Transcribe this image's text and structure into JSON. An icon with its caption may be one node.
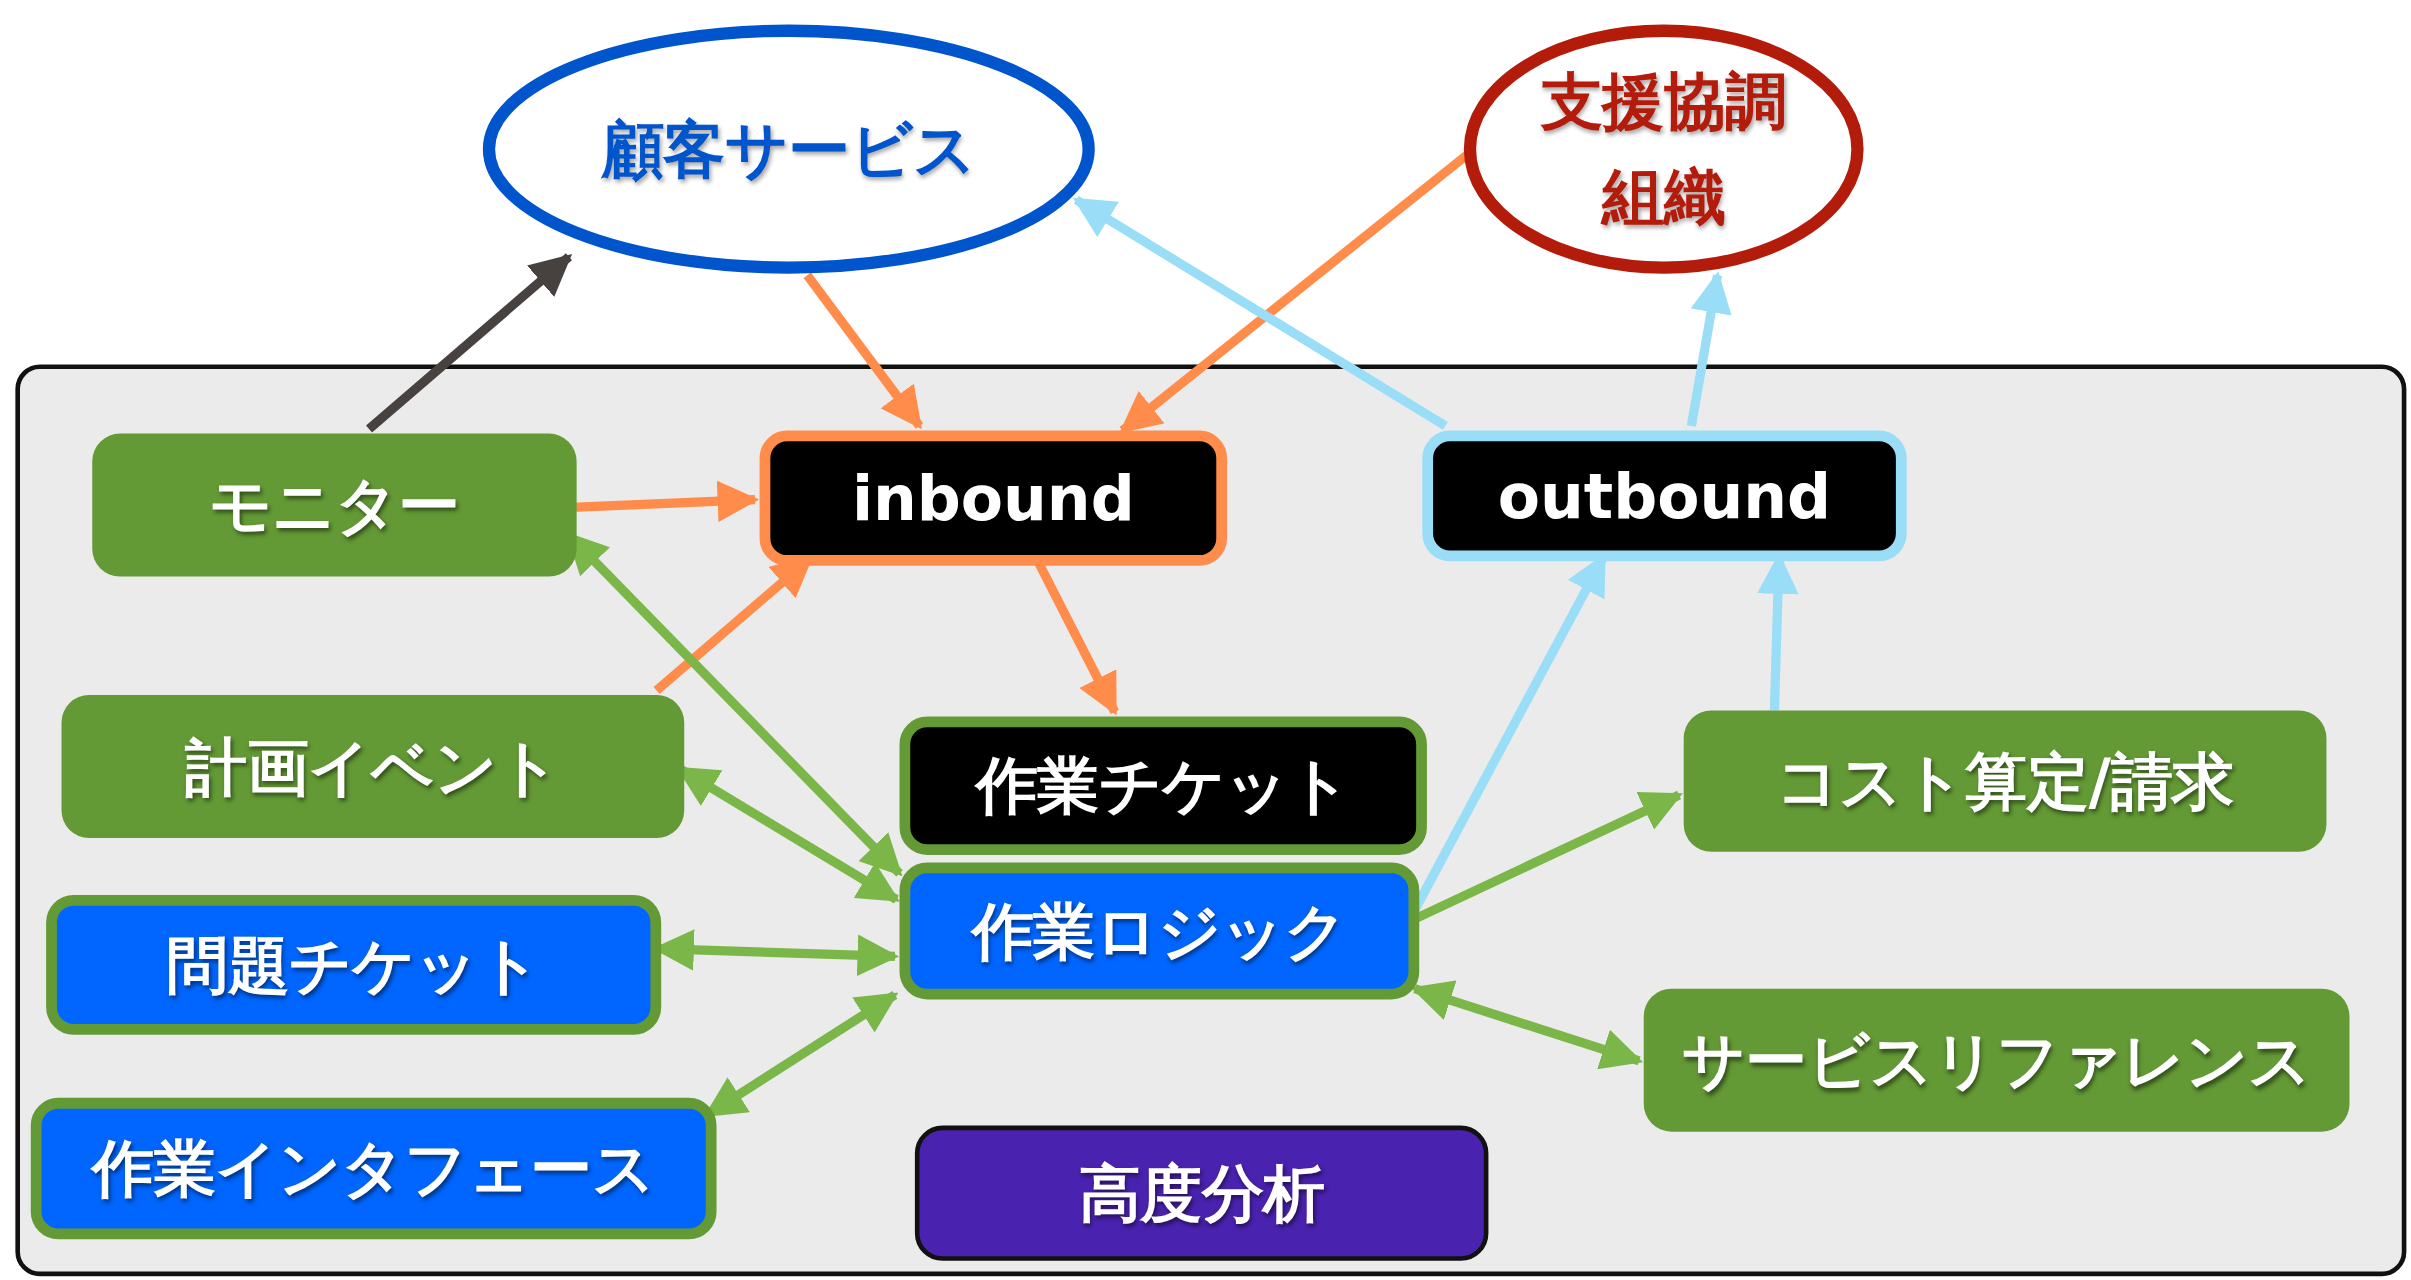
{
  "diagram": {
    "nodes": [
      {
        "text": [],
        "shape": "box"
      },
      {
        "text": [
          "顧客サービス"
        ]
      },
      {
        "text": [
          "支援協調組織"
        ]
      },
      {
        "text": [
          "モニター"
        ],
        "in": 0
      },
      {
        "text": [
          "inbound"
        ],
        "in": 0
      },
      {
        "text": [
          "outbound"
        ],
        "in": 0
      },
      {
        "text": [
          "計画イベント"
        ],
        "in": 0
      },
      {
        "text": [
          "作業チケット"
        ],
        "in": 0
      },
      {
        "text": [
          "コスト算定/請求"
        ],
        "in": 0
      },
      {
        "text": [
          "作業ロジック"
        ],
        "in": 0
      },
      {
        "text": [
          "問題チケット"
        ],
        "in": 0
      },
      {
        "text": [
          "サービスリファレンス"
        ],
        "in": 0
      },
      {
        "text": [
          "作業インタフェース"
        ],
        "in": 0
      },
      {
        "text": [
          "高度分析"
        ],
        "in": 0
      }
    ],
    "edges": [
      {
        "from": 3,
        "to": 1,
        "arrow": "to",
        "color": "#474240"
      },
      {
        "from": 1,
        "to": 4,
        "arrow": "to",
        "color": "#ff8c4a"
      },
      {
        "from": 2,
        "to": 4,
        "arrow": "to",
        "color": "#ff8c4a"
      },
      {
        "from": 5,
        "to": 1,
        "arrow": "to",
        "color": "#99ddf7"
      },
      {
        "from": 5,
        "to": 2,
        "arrow": "to",
        "color": "#99ddf7"
      },
      {
        "from": 3,
        "to": 4,
        "arrow": "to",
        "color": "#ff8c4a"
      },
      {
        "from": 6,
        "to": 4,
        "arrow": "to",
        "color": "#ff8c4a"
      },
      {
        "from": 4,
        "to": 7,
        "arrow": "to",
        "color": "#ff8c4a"
      },
      {
        "from": 9,
        "to": 5,
        "arrow": "to",
        "color": "#99ddf7"
      },
      {
        "from": 8,
        "to": 5,
        "arrow": "to",
        "color": "#99ddf7"
      },
      {
        "from": 3,
        "to": 9,
        "arrow": "both"
      },
      {
        "from": 6,
        "to": 9,
        "arrow": "both"
      },
      {
        "from": 10,
        "to": 9,
        "arrow": "both"
      },
      {
        "from": 12,
        "to": 9,
        "arrow": "both"
      },
      {
        "from": 9,
        "to": 8,
        "arrow": "to"
      },
      {
        "from": 9,
        "to": 11,
        "arrow": "both"
      }
    ]
  }
}
